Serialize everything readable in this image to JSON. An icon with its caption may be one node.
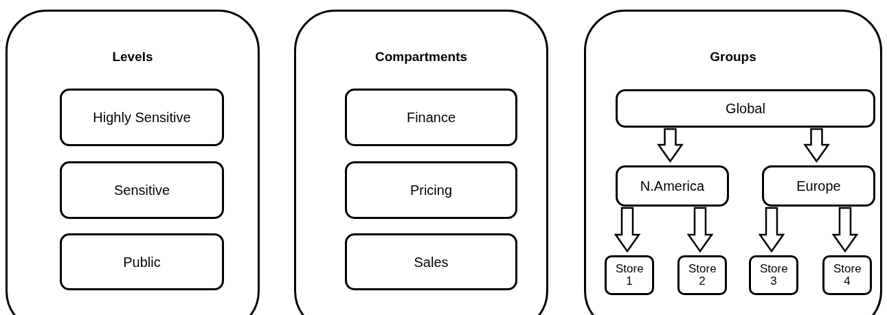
{
  "diagram": {
    "nodes": [
      {
        "text": [
          "Levels"
        ]
      },
      {
        "text": [
          "Highly Sensitive"
        ],
        "in": 0
      },
      {
        "text": [
          "Sensitive"
        ],
        "in": 0
      },
      {
        "text": [
          "Public"
        ],
        "in": 0
      },
      {
        "text": [
          "Compartments"
        ]
      },
      {
        "text": [
          "Finance"
        ],
        "in": 4
      },
      {
        "text": [
          "Pricing"
        ],
        "in": 4
      },
      {
        "text": [
          "Sales"
        ],
        "in": 4
      },
      {
        "text": [
          "Groups"
        ]
      },
      {
        "text": [
          "Global"
        ],
        "in": 8
      },
      {
        "text": [
          "N.America"
        ],
        "in": 8
      },
      {
        "text": [
          "Europe"
        ],
        "in": 8
      },
      {
        "text": [
          "Store 1"
        ],
        "in": 8
      },
      {
        "text": [
          "Store 2"
        ],
        "in": 8
      },
      {
        "text": [
          "Store 3"
        ],
        "in": 8
      },
      {
        "text": [
          "Store 4"
        ],
        "in": 8
      }
    ],
    "edges": [
      {
        "from": 9,
        "to": 10,
        "arrow": "to"
      },
      {
        "from": 9,
        "to": 11,
        "arrow": "to"
      },
      {
        "from": 10,
        "to": 12,
        "arrow": "to"
      },
      {
        "from": 10,
        "to": 13,
        "arrow": "to"
      },
      {
        "from": 11,
        "to": 14,
        "arrow": "to"
      },
      {
        "from": 11,
        "to": 15,
        "arrow": "to"
      }
    ]
  }
}
